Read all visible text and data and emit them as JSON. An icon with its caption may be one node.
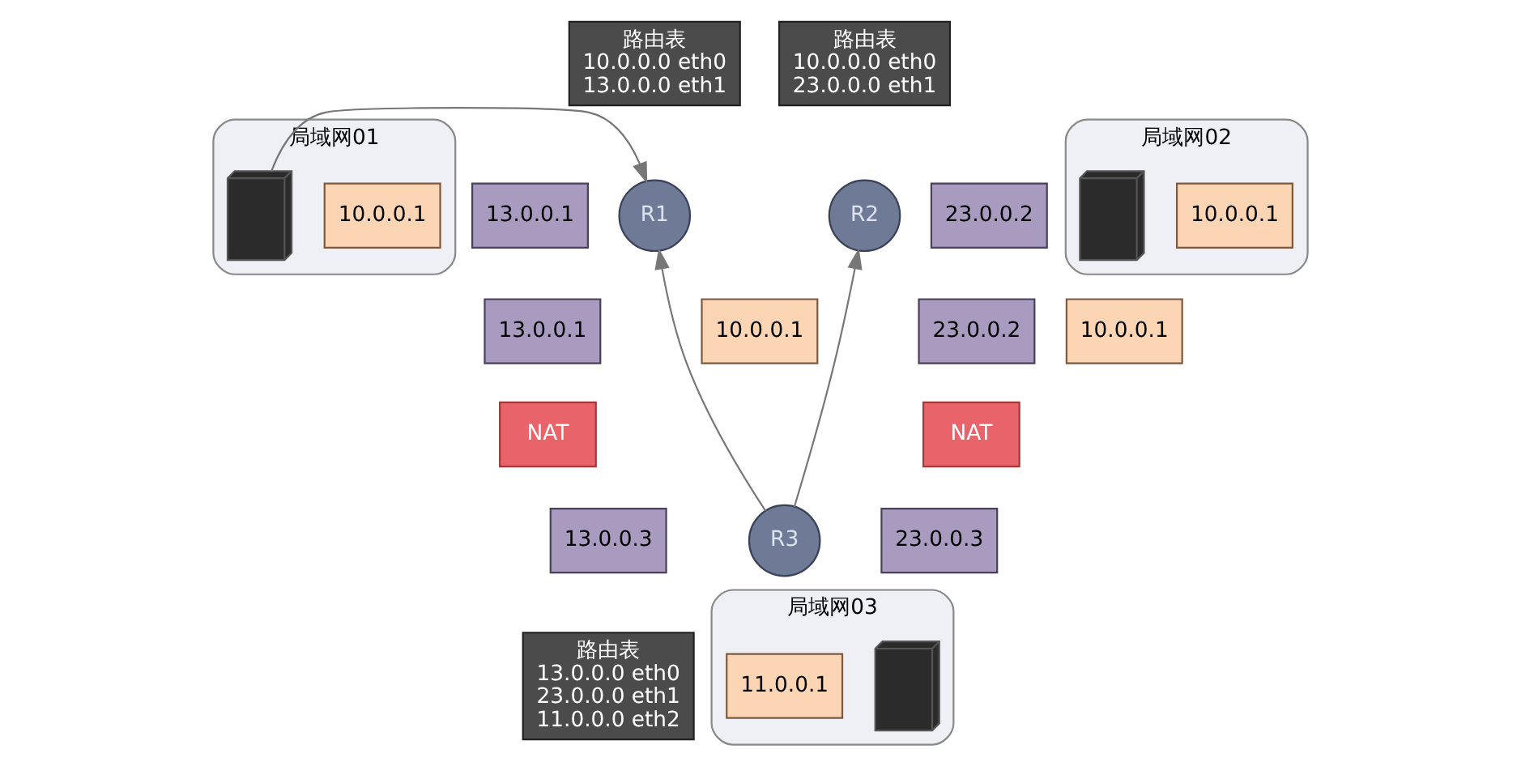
{
  "diagram": {
    "nodes": [
      {
        "text": [
          "局域网01"
        ]
      },
      {
        "text": [
          "10.0.0.1"
        ],
        "in": 0
      },
      {
        "text": [],
        "shape": "server",
        "in": 0
      },
      {
        "text": [
          "路由表",
          "10.0.0.0 eth0",
          "13.0.0.0 eth1"
        ]
      },
      {
        "text": [
          "R1"
        ]
      },
      {
        "text": [
          "13.0.0.1"
        ]
      },
      {
        "text": [
          "10.0.0.1"
        ]
      },
      {
        "text": [
          "13.0.0.1"
        ]
      },
      {
        "text": [
          "NAT"
        ]
      },
      {
        "text": [
          "13.0.0.3"
        ]
      },
      {
        "text": [
          "路由表",
          "10.0.0.0 eth0",
          "23.0.0.0 eth1"
        ]
      },
      {
        "text": [
          "局域网02"
        ]
      },
      {
        "text": [
          "R2"
        ]
      },
      {
        "text": [
          "10.0.0.1"
        ],
        "in": 11
      },
      {
        "text": [],
        "shape": "server",
        "in": 11
      },
      {
        "text": [
          "23.0.0.2"
        ]
      },
      {
        "text": [
          "23.0.0.2"
        ]
      },
      {
        "text": [
          "10.0.0.1"
        ]
      },
      {
        "text": [
          "NAT"
        ]
      },
      {
        "text": [
          "R3"
        ]
      },
      {
        "text": [
          "23.0.0.3"
        ]
      },
      {
        "text": [
          "路由表",
          "13.0.0.0 eth0",
          "23.0.0.0 eth1",
          "11.0.0.0 eth2"
        ]
      },
      {
        "text": [
          "局域网03"
        ]
      },
      {
        "text": [
          "11.0.0.1"
        ],
        "in": 22
      },
      {
        "text": [],
        "shape": "server",
        "in": 22
      }
    ],
    "edges": [
      {
        "from": 2,
        "to": 4,
        "arrow": "to"
      },
      {
        "from": 19,
        "to": 4,
        "arrow": "to"
      },
      {
        "from": 19,
        "to": 12,
        "arrow": "to"
      }
    ]
  }
}
